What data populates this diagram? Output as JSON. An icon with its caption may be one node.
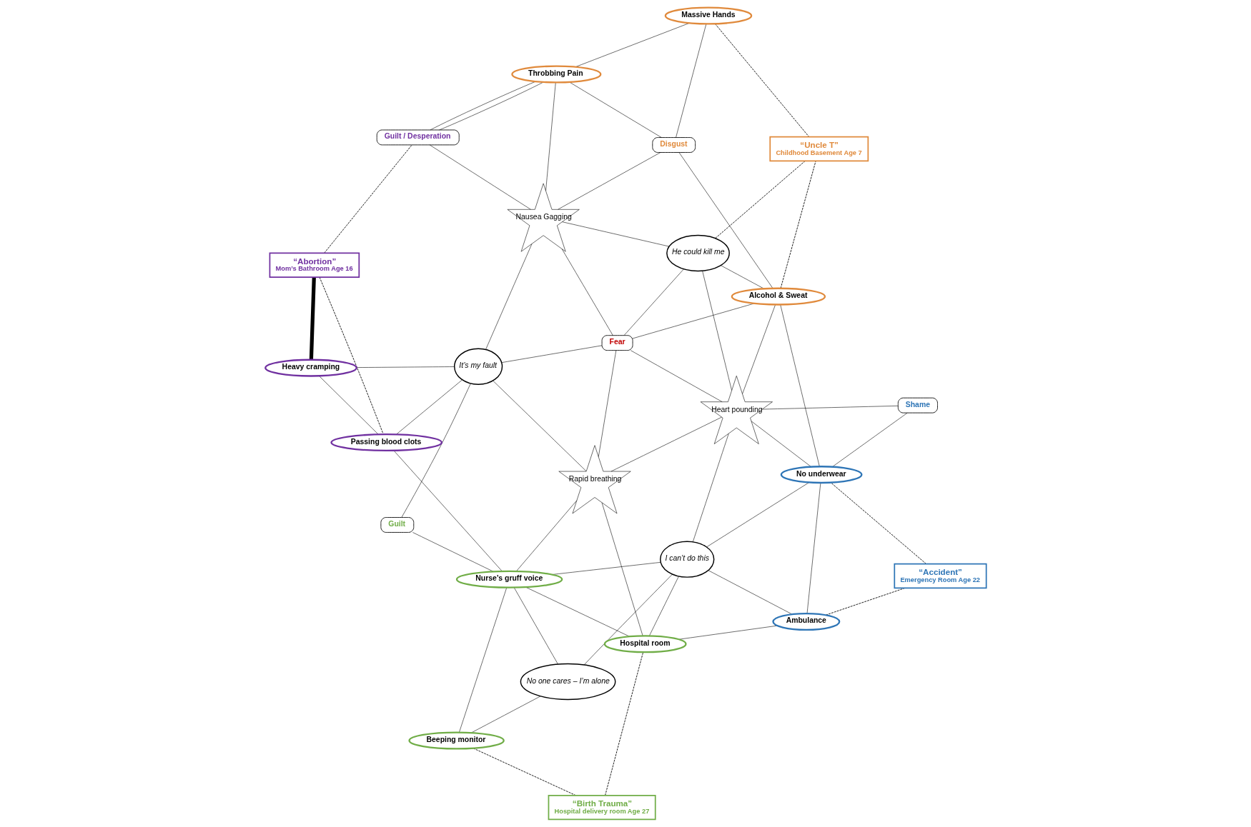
{
  "diagram": {
    "nodes": [
      {
        "text": [
          "“Accident”",
          "Emergency Room Age 22"
        ]
      },
      {
        "text": [
          "No underwear"
        ]
      },
      {
        "text": [
          "Alcohol & Sweat"
        ]
      },
      {
        "text": [
          "Massive Hands"
        ]
      },
      {
        "text": [
          "“Uncle T”",
          "Childhood Basement Age 7"
        ]
      },
      {
        "text": [
          "Shame"
        ]
      },
      {
        "text": [
          "Heart pounding"
        ]
      },
      {
        "text": [
          "He could kill me"
        ]
      },
      {
        "text": [
          "Disgust"
        ]
      },
      {
        "text": [
          "Ambulance"
        ]
      },
      {
        "text": [
          "I can’t do this"
        ]
      },
      {
        "text": [
          "Fear"
        ]
      },
      {
        "text": [
          "Nausea Gagging"
        ]
      },
      {
        "text": [
          "Throbbing Pain"
        ]
      },
      {
        "text": [
          "Rapid breathing"
        ]
      },
      {
        "text": [
          "Hospital room"
        ]
      },
      {
        "text": [
          "No one cares – I’m alone"
        ]
      },
      {
        "text": [
          "It’s my fault"
        ]
      },
      {
        "text": [
          "Guilt / Desperation"
        ]
      },
      {
        "text": [
          "Heavy cramping"
        ]
      },
      {
        "text": [
          "“Birth Trauma”",
          "Hospital delivery room Age 27"
        ]
      },
      {
        "text": [
          "Guilt"
        ]
      },
      {
        "text": [
          "Passing blood clots"
        ]
      },
      {
        "text": [
          "Beeping monitor"
        ]
      },
      {
        "text": [
          "Nurse’s gruff voice"
        ]
      },
      {
        "text": [
          "“Abortion”",
          "Mom’s Bathroom Age 16"
        ]
      }
    ],
    "edges": [
      {
        "from": 0,
        "to": 1,
        "arrow": "none",
        "style": "dashed"
      },
      {
        "from": 0,
        "to": 9,
        "arrow": "none",
        "style": "dashed"
      },
      {
        "from": 2,
        "to": 4,
        "arrow": "none",
        "style": "dashed"
      },
      {
        "from": 3,
        "to": 4,
        "arrow": "none",
        "style": "dashed"
      },
      {
        "from": 4,
        "to": 7,
        "arrow": "none",
        "style": "dashed"
      },
      {
        "from": 20,
        "to": 15,
        "arrow": "none",
        "style": "dashed"
      },
      {
        "from": 20,
        "to": 23,
        "arrow": "none",
        "style": "dashed"
      },
      {
        "from": 25,
        "to": 19,
        "arrow": "none",
        "style": "thick"
      },
      {
        "from": 25,
        "to": 22,
        "arrow": "none",
        "style": "dashed"
      },
      {
        "from": 25,
        "to": 18,
        "arrow": "none",
        "style": "dashed"
      },
      {
        "from": 1,
        "to": 2,
        "arrow": "none"
      },
      {
        "from": 1,
        "to": 6,
        "arrow": "none"
      },
      {
        "from": 1,
        "to": 5,
        "arrow": "none"
      },
      {
        "from": 1,
        "to": 9,
        "arrow": "none"
      },
      {
        "from": 1,
        "to": 10,
        "arrow": "none"
      },
      {
        "from": 5,
        "to": 6,
        "arrow": "none"
      },
      {
        "from": 2,
        "to": 6,
        "arrow": "none"
      },
      {
        "from": 2,
        "to": 7,
        "arrow": "none"
      },
      {
        "from": 2,
        "to": 11,
        "arrow": "none"
      },
      {
        "from": 2,
        "to": 8,
        "arrow": "none"
      },
      {
        "from": 6,
        "to": 7,
        "arrow": "none"
      },
      {
        "from": 3,
        "to": 8,
        "arrow": "none"
      },
      {
        "from": 3,
        "to": 13,
        "arrow": "none"
      },
      {
        "from": 8,
        "to": 12,
        "arrow": "none"
      },
      {
        "from": 8,
        "to": 13,
        "arrow": "none"
      },
      {
        "from": 7,
        "to": 11,
        "arrow": "none"
      },
      {
        "from": 7,
        "to": 12,
        "arrow": "none"
      },
      {
        "from": 6,
        "to": 11,
        "arrow": "none"
      },
      {
        "from": 6,
        "to": 14,
        "arrow": "none"
      },
      {
        "from": 6,
        "to": 10,
        "arrow": "none"
      },
      {
        "from": 9,
        "to": 10,
        "arrow": "none"
      },
      {
        "from": 9,
        "to": 15,
        "arrow": "none"
      },
      {
        "from": 10,
        "to": 15,
        "arrow": "none"
      },
      {
        "from": 10,
        "to": 16,
        "arrow": "none"
      },
      {
        "from": 10,
        "to": 24,
        "arrow": "none"
      },
      {
        "from": 11,
        "to": 14,
        "arrow": "none"
      },
      {
        "from": 11,
        "to": 12,
        "arrow": "none"
      },
      {
        "from": 11,
        "to": 17,
        "arrow": "none"
      },
      {
        "from": 12,
        "to": 13,
        "arrow": "none"
      },
      {
        "from": 12,
        "to": 17,
        "arrow": "none"
      },
      {
        "from": 12,
        "to": 18,
        "arrow": "none"
      },
      {
        "from": 13,
        "to": 18,
        "arrow": "none"
      },
      {
        "from": 13,
        "to": 18,
        "arrow": "none"
      },
      {
        "from": 14,
        "to": 15,
        "arrow": "none"
      },
      {
        "from": 14,
        "to": 17,
        "arrow": "none"
      },
      {
        "from": 14,
        "to": 24,
        "arrow": "none"
      },
      {
        "from": 15,
        "to": 24,
        "arrow": "none"
      },
      {
        "from": 16,
        "to": 23,
        "arrow": "none"
      },
      {
        "from": 16,
        "to": 24,
        "arrow": "none"
      },
      {
        "from": 23,
        "to": 24,
        "arrow": "none"
      },
      {
        "from": 24,
        "to": 21,
        "arrow": "none"
      },
      {
        "from": 24,
        "to": 22,
        "arrow": "none"
      },
      {
        "from": 21,
        "to": 17,
        "arrow": "none"
      },
      {
        "from": 17,
        "to": 19,
        "arrow": "none"
      },
      {
        "from": 17,
        "to": 22,
        "arrow": "none"
      },
      {
        "from": 22,
        "to": 19,
        "arrow": "none"
      }
    ]
  }
}
